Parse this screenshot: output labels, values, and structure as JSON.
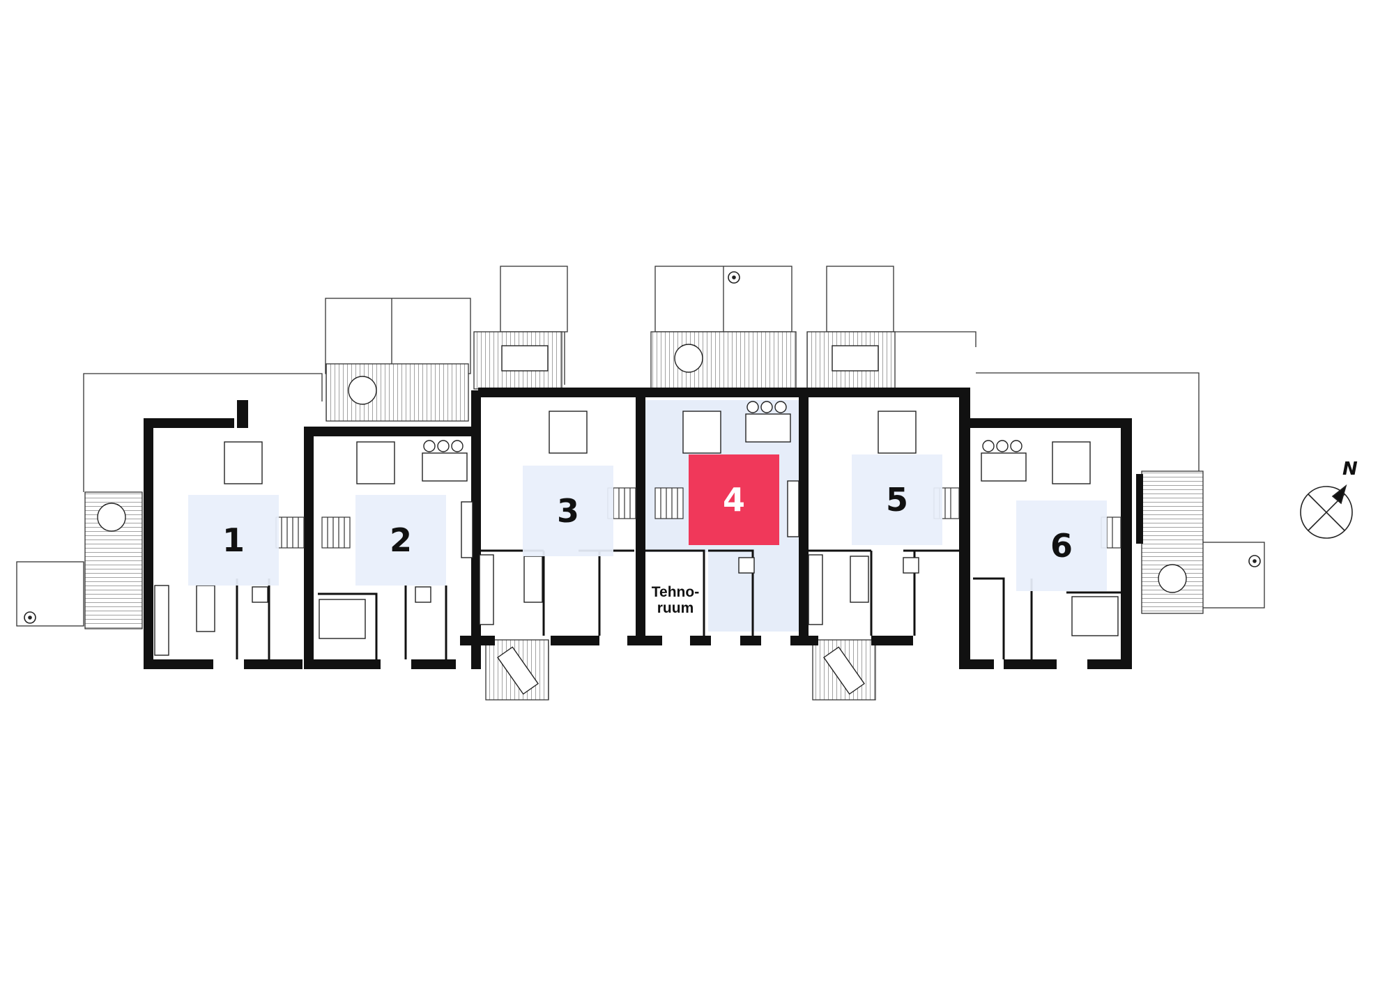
{
  "units": [
    {
      "id": "unit-1",
      "label": "1",
      "selected": false
    },
    {
      "id": "unit-2",
      "label": "2",
      "selected": false
    },
    {
      "id": "unit-3",
      "label": "3",
      "selected": false
    },
    {
      "id": "unit-4",
      "label": "4",
      "selected": true
    },
    {
      "id": "unit-5",
      "label": "5",
      "selected": false
    },
    {
      "id": "unit-6",
      "label": "6",
      "selected": false
    }
  ],
  "rooms": {
    "technical_room": "Tehno-\nruum"
  },
  "compass": {
    "north_label": "N"
  },
  "colors": {
    "wall": "#111111",
    "selected_unit_fill": "#e6edf9",
    "selected_label_bg": "#f0385a",
    "unit_label_bg": "#e8effb",
    "terrace_hatch": "#888888"
  }
}
